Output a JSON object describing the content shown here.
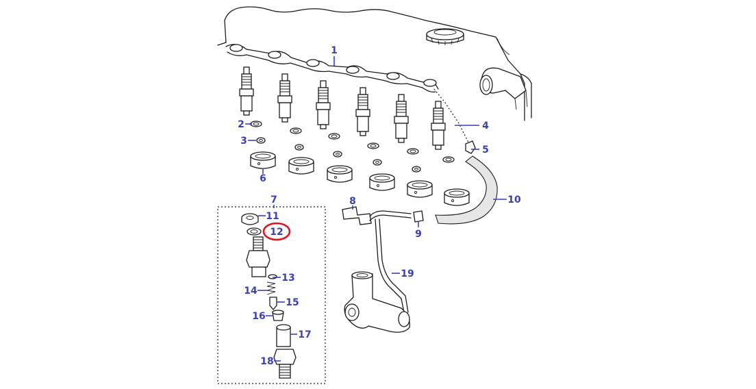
{
  "callouts": [
    {
      "id": "1",
      "label": "1"
    },
    {
      "id": "2",
      "label": "2"
    },
    {
      "id": "3",
      "label": "3"
    },
    {
      "id": "4",
      "label": "4"
    },
    {
      "id": "5",
      "label": "5"
    },
    {
      "id": "6",
      "label": "6"
    },
    {
      "id": "7",
      "label": "7"
    },
    {
      "id": "8",
      "label": "8"
    },
    {
      "id": "9",
      "label": "9"
    },
    {
      "id": "10",
      "label": "10"
    },
    {
      "id": "11",
      "label": "11"
    },
    {
      "id": "12",
      "label": "12",
      "highlighted": true
    },
    {
      "id": "13",
      "label": "13"
    },
    {
      "id": "14",
      "label": "14"
    },
    {
      "id": "15",
      "label": "15"
    },
    {
      "id": "16",
      "label": "16"
    },
    {
      "id": "17",
      "label": "17"
    },
    {
      "id": "18",
      "label": "18"
    },
    {
      "id": "19",
      "label": "19"
    }
  ],
  "colors": {
    "callout_text": "#3a3fb8",
    "highlight_ring": "#e0141e",
    "line_art": "#1a1a1a"
  }
}
